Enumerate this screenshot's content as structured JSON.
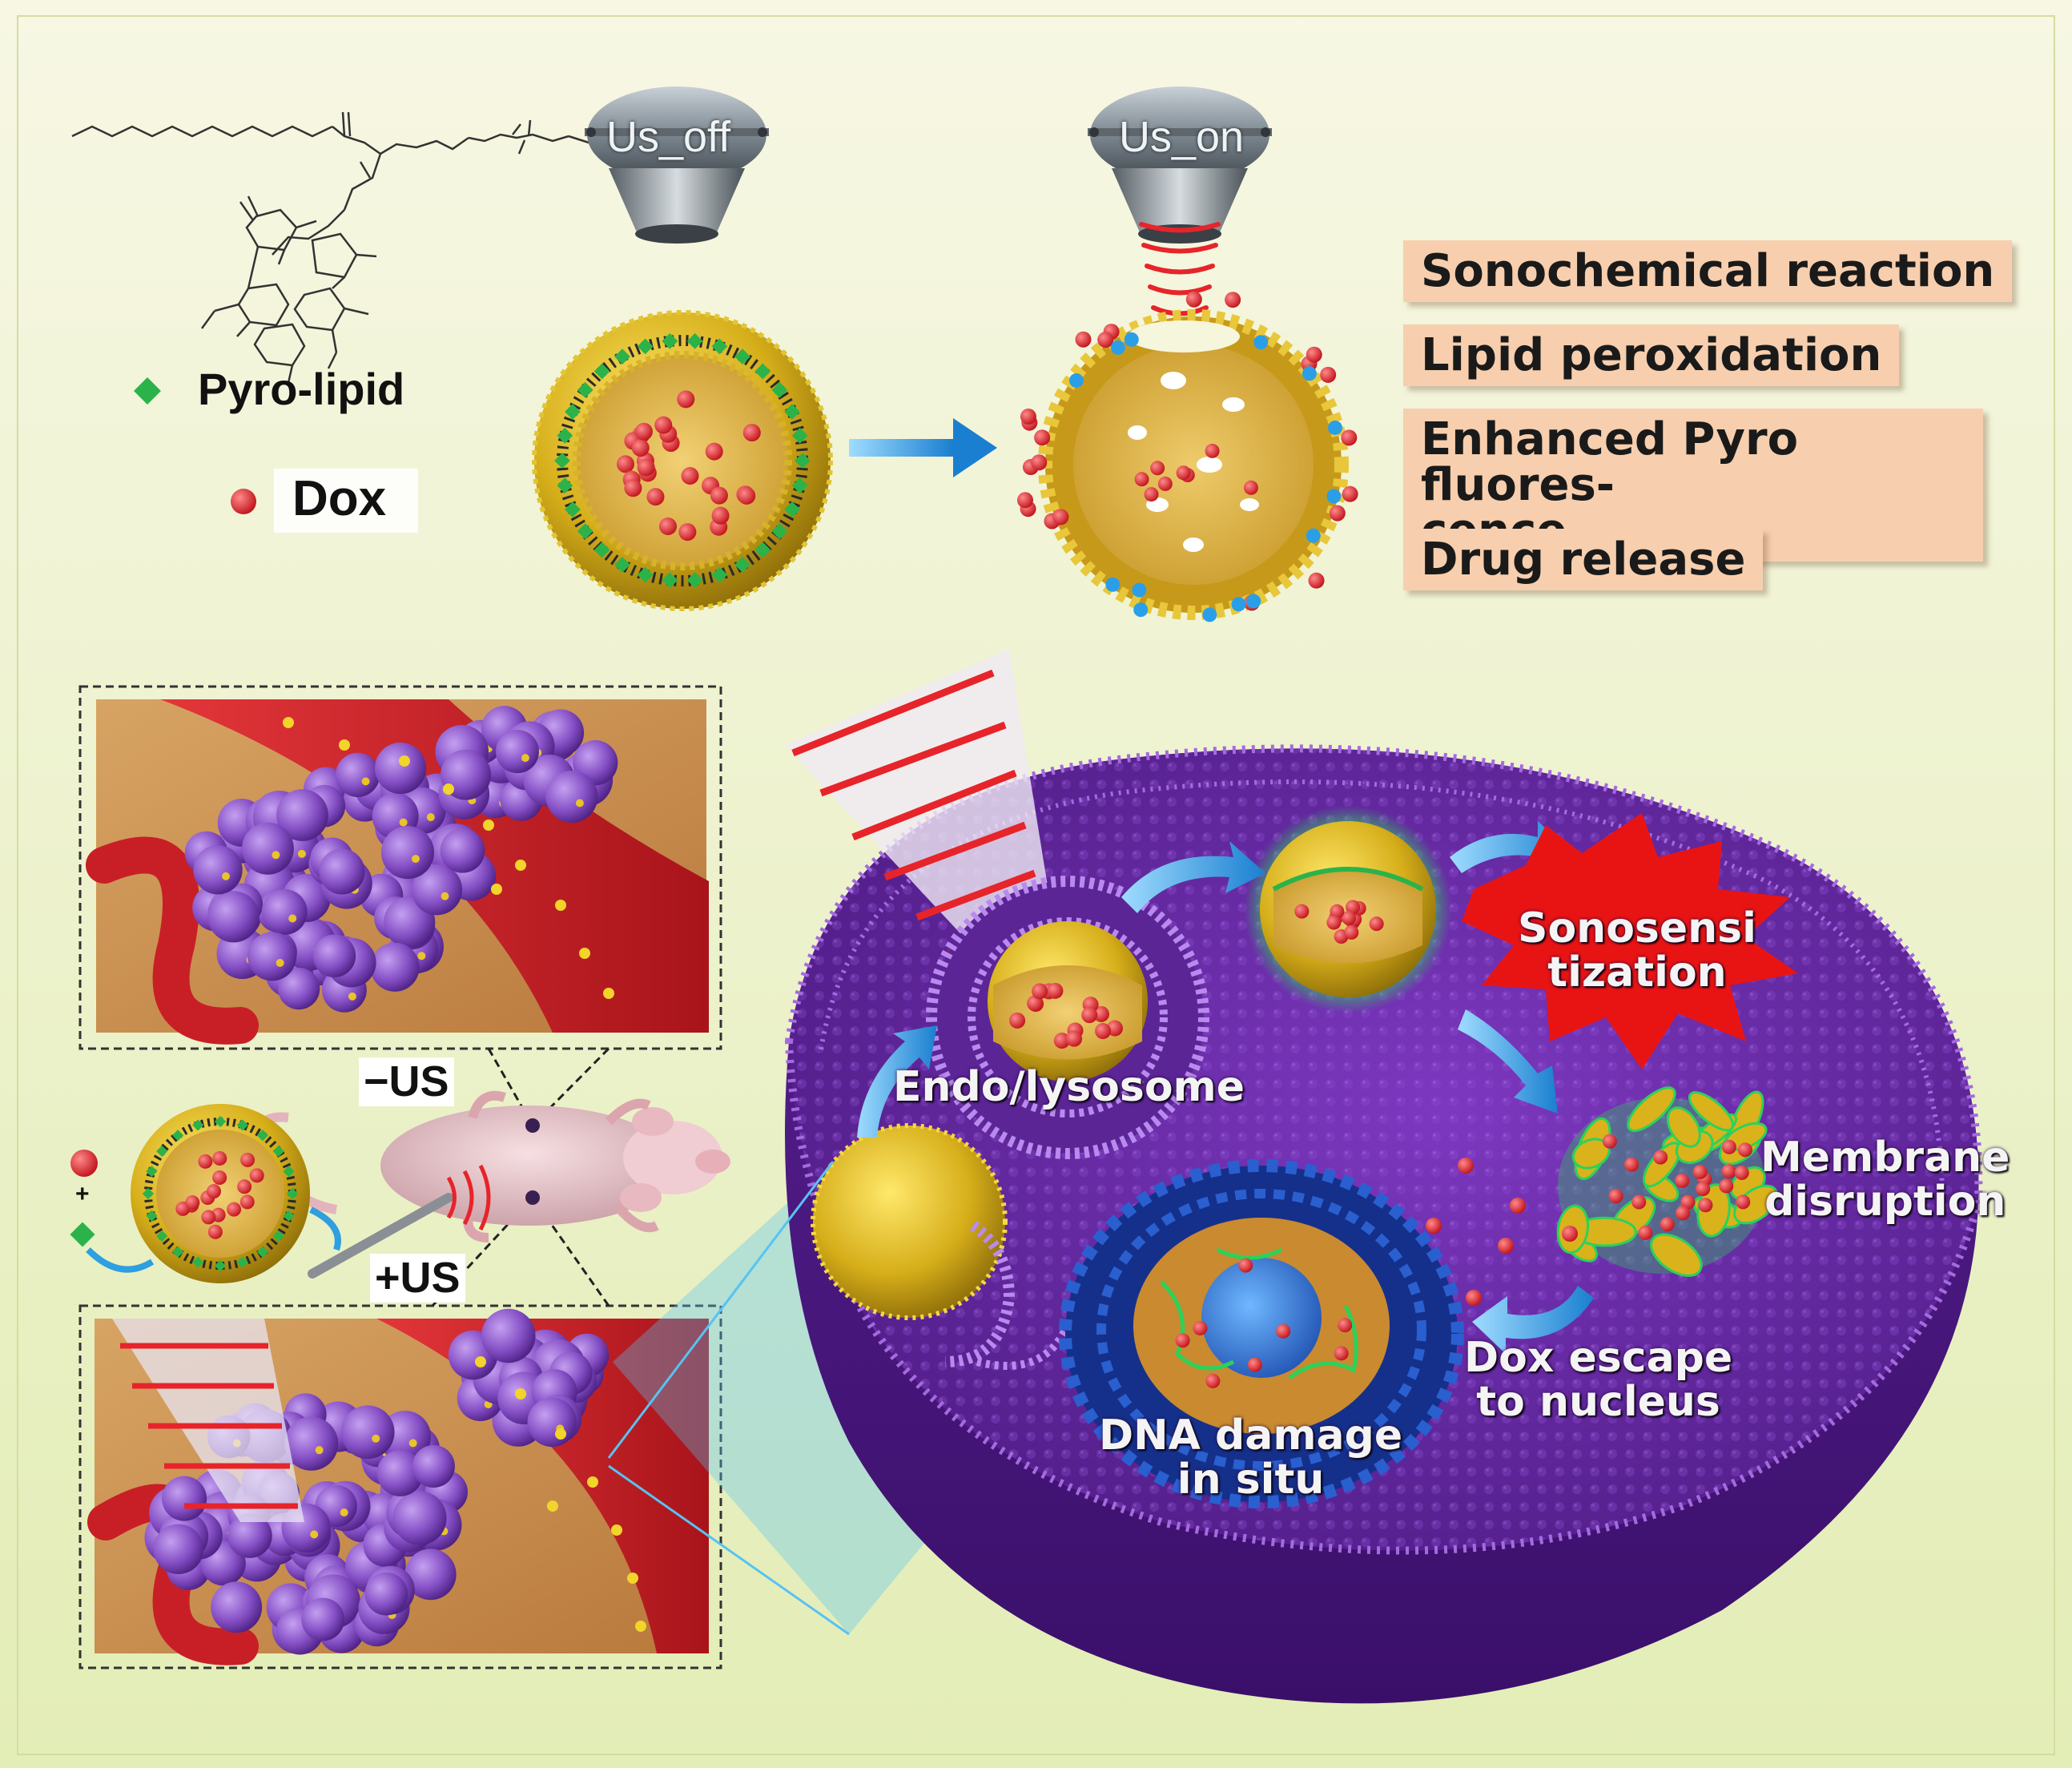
{
  "legend": {
    "pyro_lipid": "Pyro-lipid",
    "dox": "Dox"
  },
  "transducers": {
    "off": "Us_off",
    "on": "Us_on"
  },
  "mechanism_steps": [
    "Sonochemical reaction",
    "Lipid peroxidation",
    "Enhanced Pyro fluores-\ncence",
    "Drug release"
  ],
  "in_vivo": {
    "minus_us": "−US",
    "plus_us": "+US",
    "plus_sign": "+"
  },
  "cell_labels": {
    "endo": "Endo/lysosome",
    "sonosensitization": "Sonosensi\ntization",
    "membrane": "Membrane\ndisruption",
    "dox_escape": "Dox escape\nto nucleus",
    "dna": "DNA damage\nin situ"
  },
  "colors": {
    "background_top": "#f6f6dc",
    "background_bottom": "#e4eeb8",
    "shell_gold": "#d9b21c",
    "pyro_green": "#2bb34a",
    "dox_red": "#e0202a",
    "cell_purple": "#6a2da3",
    "vessel_red": "#d8262c",
    "tumor_purple": "#8b5bc8",
    "arrow_blue": "#2e9fe0",
    "step_box": "#f7cfae",
    "burst_red": "#e81414"
  },
  "icons": [
    "transducer-icon",
    "liposome-icon",
    "mouse-icon",
    "arrow-icon",
    "ultrasound-wave-icon",
    "molecule-structure-icon"
  ]
}
